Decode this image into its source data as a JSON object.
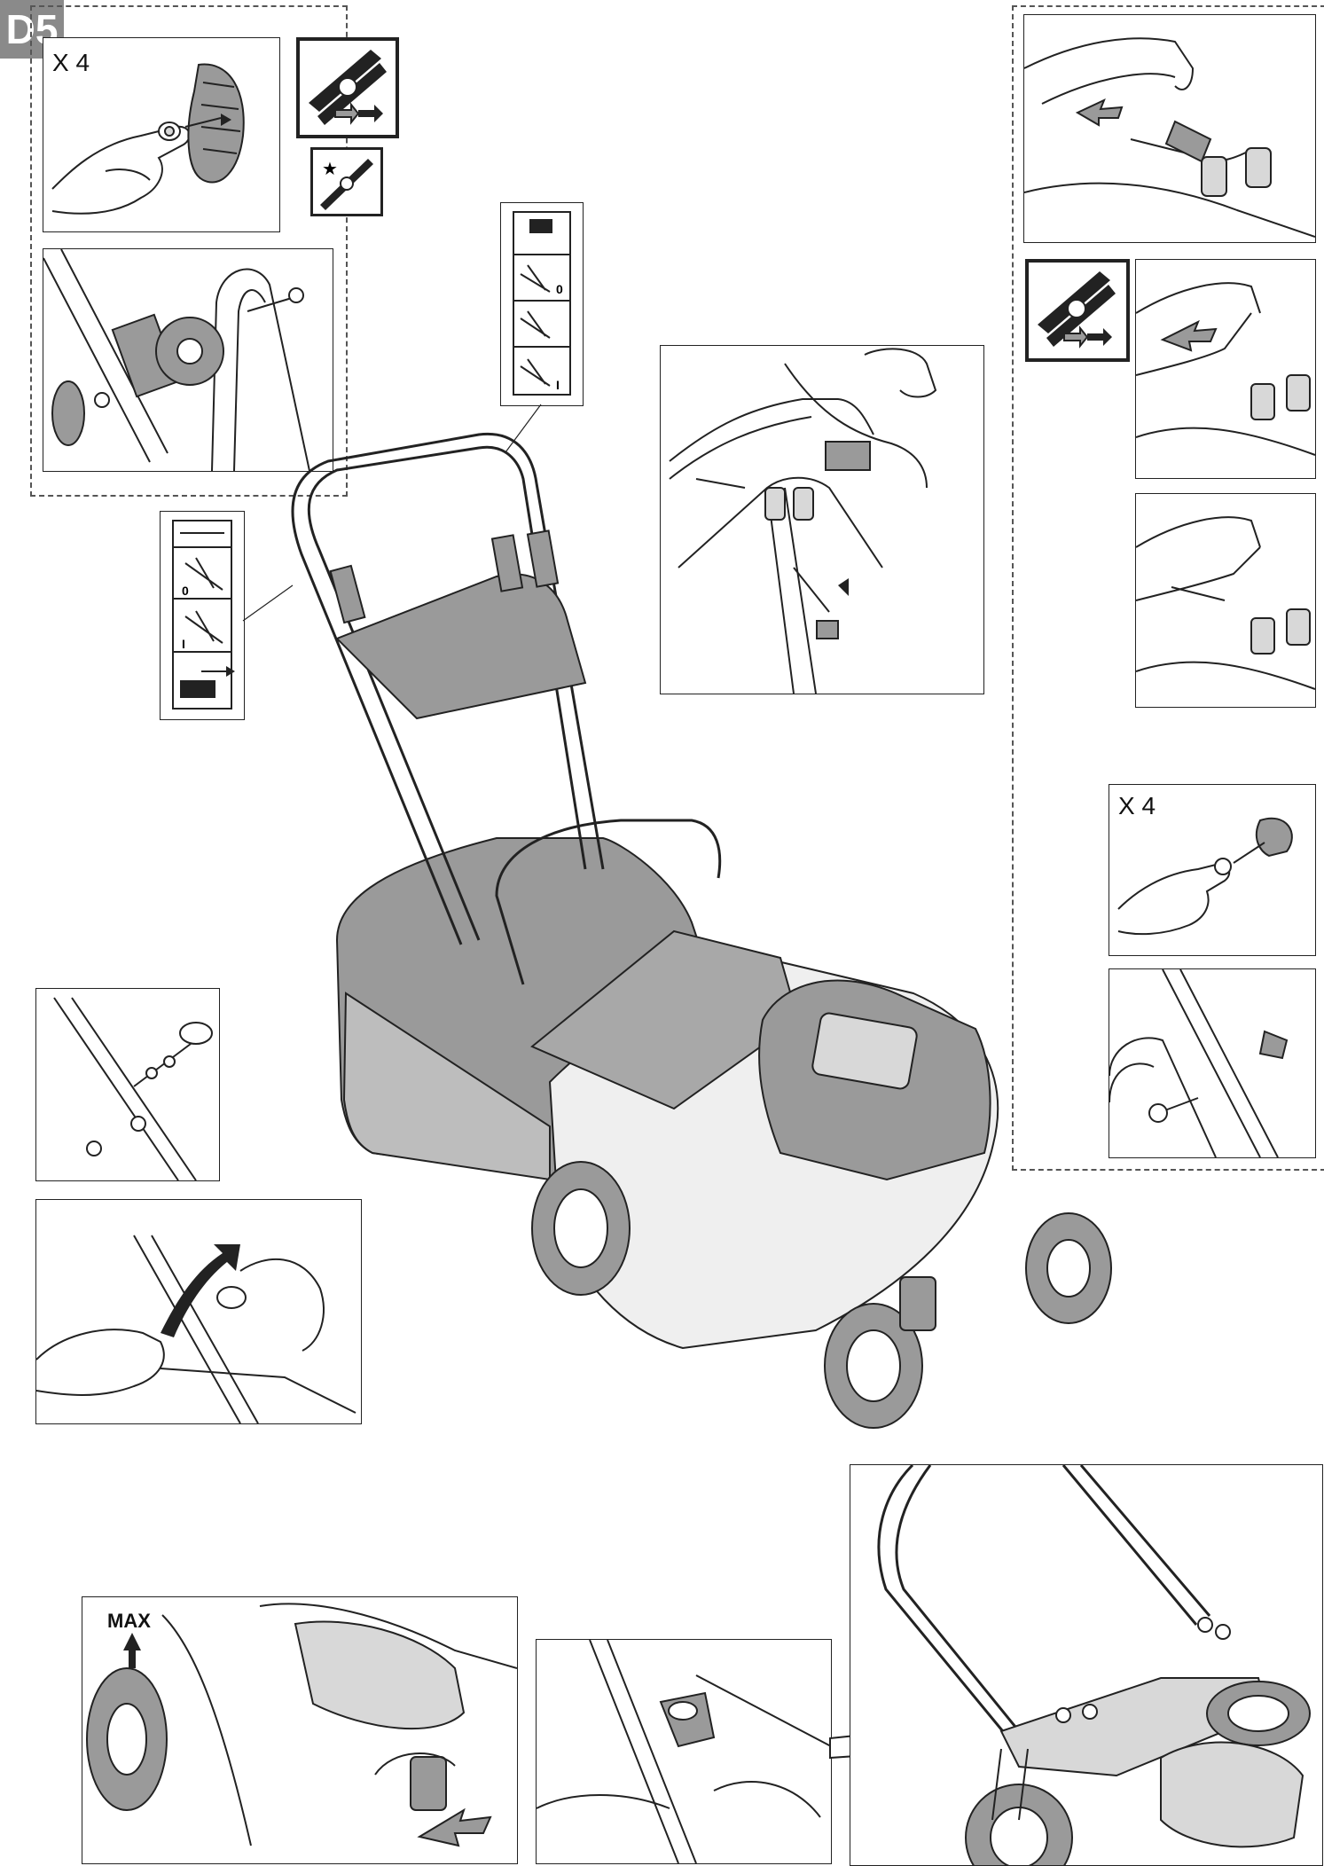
{
  "badge": "D5",
  "labels": {
    "qty_top_left": "X 4",
    "qty_right": "X 4",
    "max": "MAX"
  },
  "control_labels": {
    "zero": "0",
    "one": "I"
  },
  "colors": {
    "shading": "#9a9a9a",
    "light": "#d8d8d8",
    "line": "#222222"
  },
  "icons": [
    "mower-overview",
    "wheel-knob",
    "cable-clip",
    "blade-symbol",
    "starter-rope",
    "oil-fill"
  ]
}
